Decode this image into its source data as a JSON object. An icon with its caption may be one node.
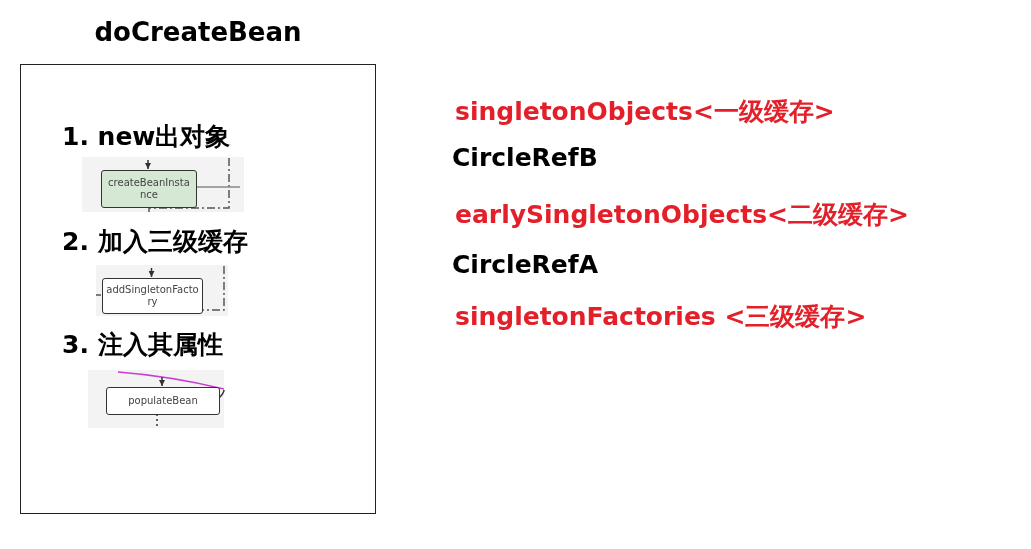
{
  "diagram": {
    "nodes": [
      {
        "text": [
          "doCreateBean"
        ]
      },
      {
        "text": [
          "createBeanInstance"
        ],
        "in": 0
      },
      {
        "text": [
          "addSingletonFactory"
        ],
        "in": 0
      },
      {
        "text": [
          "populateBean"
        ],
        "in": 0
      }
    ],
    "edges": [
      {
        "from": null,
        "to": 1,
        "arrow": "to"
      },
      {
        "from": null,
        "to": 2,
        "arrow": "to"
      },
      {
        "from": null,
        "to": 3,
        "arrow": "to"
      }
    ],
    "labels": [
      "1. new出对象",
      "2. 加入三级缓存",
      "3. 注入其属性",
      "singletonObjects<一级缓存>",
      "CircleRefB",
      "earlySingletonObjects<二级缓存>",
      "CircleRefA",
      "singletonFactories <三级缓存>"
    ]
  }
}
